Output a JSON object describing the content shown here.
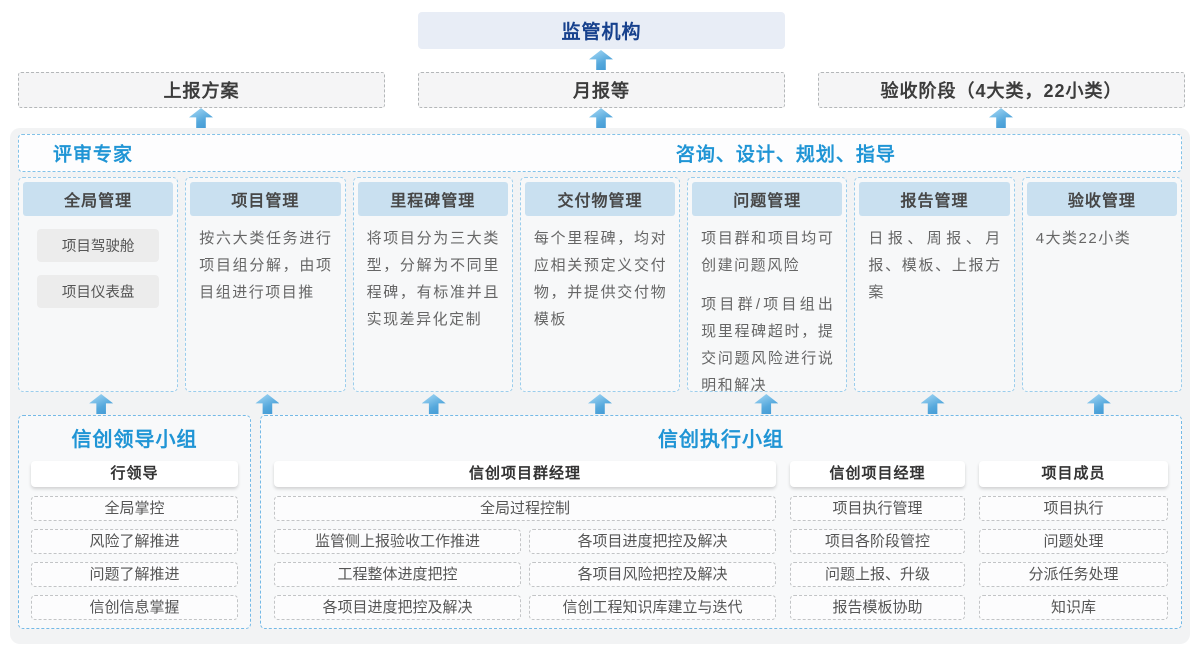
{
  "colors": {
    "accent_blue": "#2095d5",
    "dark_navy_text": "#17418d",
    "column_header_fill": "#c9e0f0",
    "arrow_blue": "#3e97d3",
    "panel_gray": "#f2f3f4"
  },
  "regulator": {
    "label": "监管机构"
  },
  "top_boxes": [
    {
      "label": "上报方案"
    },
    {
      "label": "月报等"
    },
    {
      "label": "验收阶段（4大类，22小类）"
    }
  ],
  "experts_row": {
    "left_label": "评审专家",
    "right_label": "咨询、设计、规划、指导"
  },
  "columns": [
    {
      "header": "全局管理",
      "tags": [
        "项目驾驶舱",
        "项目仪表盘"
      ]
    },
    {
      "header": "项目管理",
      "text": "按六大类任务进行项目组分解，由项目组进行项目推"
    },
    {
      "header": "里程碑管理",
      "text": "将项目分为三大类型，分解为不同里程碑，有标准并且实现差异化定制"
    },
    {
      "header": "交付物管理",
      "text": "每个里程碑，均对应相关预定义交付物，并提供交付物模板"
    },
    {
      "header": "问题管理",
      "text1": "项目群和项目均可创建问题风险",
      "text2": "项目群/项目组出现里程碑超时，提交问题风险进行说明和解决"
    },
    {
      "header": "报告管理",
      "text": "日报、周报、月报、模板、上报方案"
    },
    {
      "header": "验收管理",
      "text": "4大类22小类"
    }
  ],
  "leadership_group": {
    "title": "信创领导小组",
    "role": "行领导",
    "items": [
      "全局掌控",
      "风险了解推进",
      "问题了解推进",
      "信创信息掌握"
    ]
  },
  "execution_group": {
    "title": "信创执行小组",
    "program_manager": {
      "role": "信创项目群经理",
      "top_item": "全局过程控制",
      "left_items": [
        "监管侧上报验收工作推进",
        "工程整体进度把控",
        "各项目进度把控及解决"
      ],
      "right_items": [
        "各项目进度把控及解决",
        "各项目风险把控及解决",
        "信创工程知识库建立与迭代"
      ]
    },
    "project_manager": {
      "role": "信创项目经理",
      "items": [
        "项目执行管理",
        "项目各阶段管控",
        "问题上报、升级",
        "报告模板协助"
      ]
    },
    "project_members": {
      "role": "项目成员",
      "items": [
        "项目执行",
        "问题处理",
        "分派任务处理",
        "知识库"
      ]
    }
  }
}
